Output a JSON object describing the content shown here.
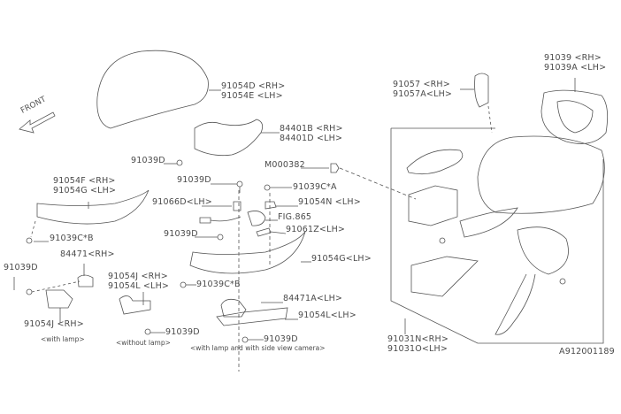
{
  "diagram_id": "A912001189",
  "front_label": "FRONT",
  "labels": {
    "cover_rh": "91054D <RH>",
    "cover_lh": "91054E <LH>",
    "lamp_rh": "84401B <RH>",
    "lamp_lh": "84401D <LH>",
    "screw_lamp": "91039D",
    "m000382": "M000382",
    "screw_cam_top": "91039D",
    "screw_c_a": "91039C*A",
    "bracket_66d": "91066D<LH>",
    "bracket_54n": "91054N <LH>",
    "fig865": "FIG.865",
    "pad_61z": "91061Z<LH>",
    "screw_cam_mid": "91039D",
    "garnish_rh": "91054F <RH>",
    "garnish_lh": "91054G <LH>",
    "screw_cb_left": "91039C*B",
    "lamp_84471": "84471<RH>",
    "screw_left": "91039D",
    "bracket_j_rh": "91054J <RH>",
    "bracket_l_lh": "91054L <LH>",
    "garnish_g_lh": "91054G<LH>",
    "screw_cb_mid": "91039C*B",
    "lamp_84471a": "84471A<LH>",
    "bracket_l_lh2": "91054L<LH>",
    "bracket_j_rh2": "91054J <RH>",
    "screw_without": "91039D",
    "screw_with_cam": "91039D",
    "cap_rh": "91057  <RH>",
    "cap_lh": "91057A<LH>",
    "mirror_rh": "91039  <RH>",
    "mirror_lh": "91039A <LH>",
    "assy_rh": "91031N<RH>",
    "assy_lh": "91031O<LH>"
  },
  "notes": {
    "with_lamp": "<with lamp>",
    "without_lamp": "<without lamp>",
    "with_lamp_camera": "<with lamp and with side view camera>"
  }
}
